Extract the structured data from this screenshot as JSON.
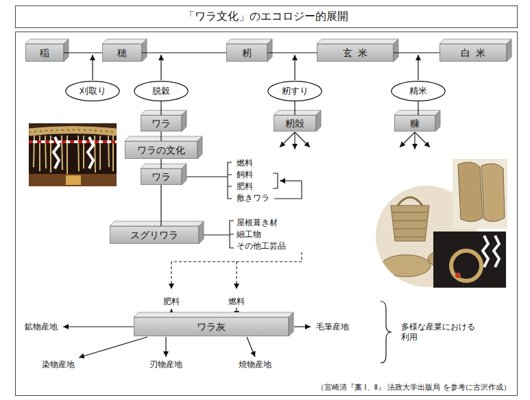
{
  "diagram": {
    "title": "「ワラ文化」のエコロジー的展開",
    "caption": "（宮崎清『藁 Ⅰ、Ⅱ』 法政大学出版局 を参考に古沢作成）",
    "nodes": [
      {
        "text": [
          "稲"
        ]
      },
      {
        "text": [
          "穂"
        ]
      },
      {
        "text": [
          "籾"
        ]
      },
      {
        "text": [
          "玄米"
        ]
      },
      {
        "text": [
          "白米"
        ]
      },
      {
        "text": [
          "刈取り"
        ]
      },
      {
        "text": [
          "脱穀"
        ]
      },
      {
        "text": [
          "籾すり"
        ]
      },
      {
        "text": [
          "精米"
        ]
      },
      {
        "text": [
          "ワラ"
        ]
      },
      {
        "text": [
          "籾殻"
        ]
      },
      {
        "text": [
          "糠"
        ]
      },
      {
        "text": [
          "ワラの文化"
        ]
      },
      {
        "text": [
          "ワラ"
        ]
      },
      {
        "text": [
          "スグリワラ"
        ]
      },
      {
        "text": [
          "ワラ灰"
        ]
      }
    ],
    "edges": [
      {
        "from": 0,
        "to": 1,
        "arrow": "none"
      },
      {
        "from": 1,
        "to": 2,
        "arrow": "none"
      },
      {
        "from": 2,
        "to": 3,
        "arrow": "none"
      },
      {
        "from": 3,
        "to": 4,
        "arrow": "none"
      },
      {
        "from": 6,
        "to": 9,
        "arrow": "none"
      },
      {
        "from": 9,
        "to": 12,
        "arrow": "none"
      },
      {
        "from": 12,
        "to": 13,
        "arrow": "none"
      },
      {
        "from": 13,
        "to": 14,
        "arrow": "none"
      },
      {
        "from": 7,
        "to": 10,
        "arrow": "none"
      },
      {
        "from": 8,
        "to": 11,
        "arrow": "none"
      }
    ],
    "labels": [
      "燃料",
      "飼料",
      "肥料",
      "敷きワラ",
      "屋根葺き材",
      "細工物",
      "その他工芸品",
      "肥料",
      "燃料",
      "鉱物産地",
      "毛筆産地",
      "染物産地",
      "刃物産地",
      "焼物産地",
      "多様な産業における 利用"
    ]
  }
}
